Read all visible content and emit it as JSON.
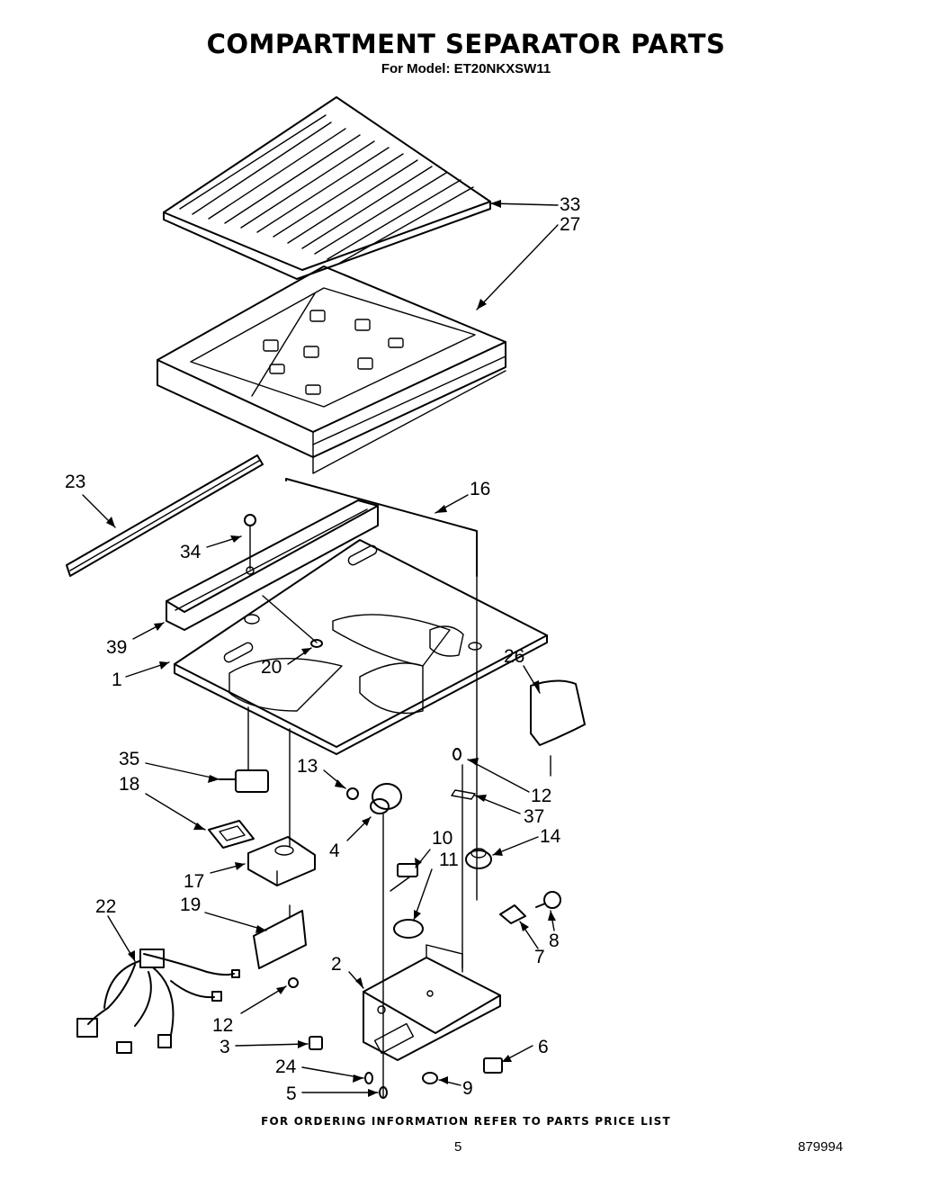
{
  "header": {
    "title": "COMPARTMENT SEPARATOR PARTS",
    "subtitle": "For Model: ET20NKXSW11"
  },
  "callouts": [
    {
      "id": "c33",
      "label": "33"
    },
    {
      "id": "c27",
      "label": "27"
    },
    {
      "id": "c23",
      "label": "23"
    },
    {
      "id": "c16",
      "label": "16"
    },
    {
      "id": "c34",
      "label": "34"
    },
    {
      "id": "c39",
      "label": "39"
    },
    {
      "id": "c1",
      "label": "1"
    },
    {
      "id": "c20",
      "label": "20"
    },
    {
      "id": "c26",
      "label": "26"
    },
    {
      "id": "c35",
      "label": "35"
    },
    {
      "id": "c18",
      "label": "18"
    },
    {
      "id": "c13",
      "label": "13"
    },
    {
      "id": "c12a",
      "label": "12"
    },
    {
      "id": "c37",
      "label": "37"
    },
    {
      "id": "c4",
      "label": "4"
    },
    {
      "id": "c10",
      "label": "10"
    },
    {
      "id": "c14",
      "label": "14"
    },
    {
      "id": "c17",
      "label": "17"
    },
    {
      "id": "c11",
      "label": "11"
    },
    {
      "id": "c22",
      "label": "22"
    },
    {
      "id": "c19",
      "label": "19"
    },
    {
      "id": "c8",
      "label": "8"
    },
    {
      "id": "c7",
      "label": "7"
    },
    {
      "id": "c2",
      "label": "2"
    },
    {
      "id": "c12b",
      "label": "12"
    },
    {
      "id": "c3",
      "label": "3"
    },
    {
      "id": "c6",
      "label": "6"
    },
    {
      "id": "c24",
      "label": "24"
    },
    {
      "id": "c9",
      "label": "9"
    },
    {
      "id": "c5",
      "label": "5"
    }
  ],
  "footer": {
    "ordering_note": "FOR ORDERING INFORMATION REFER TO PARTS PRICE LIST",
    "page_number": "5",
    "document_number": "879994"
  }
}
